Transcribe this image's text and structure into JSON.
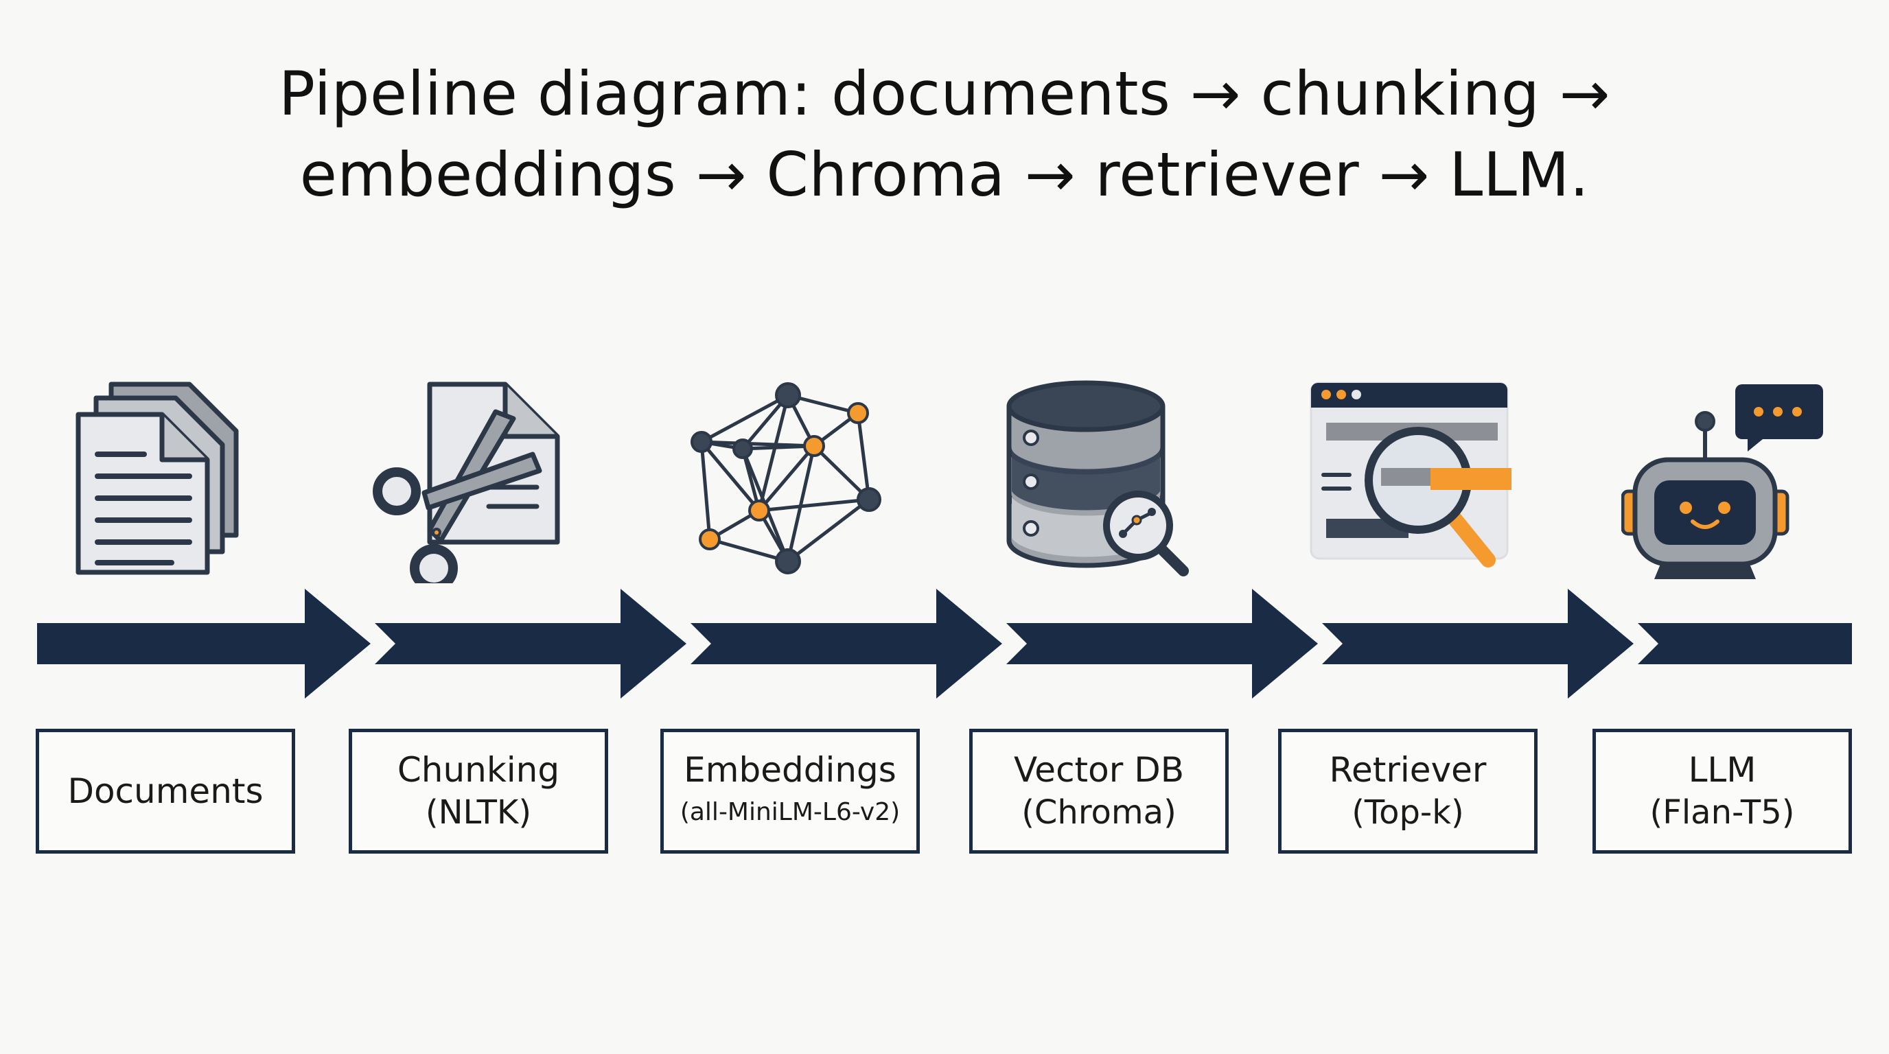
{
  "title": {
    "line1": "Pipeline diagram: documents → chunking →",
    "line2": "embeddings → Chroma → retriever → LLM."
  },
  "colors": {
    "navy": "#1a2b45",
    "slate": "#3a4656",
    "gray": "#8c9096",
    "light": "#e6e7eb",
    "orange": "#f59a2e"
  },
  "stages": [
    {
      "icon": "document-stack-icon",
      "line1": "Documents",
      "line2": ""
    },
    {
      "icon": "scissors-document-icon",
      "line1": "Chunking",
      "line2": "(NLTK)"
    },
    {
      "icon": "network-graph-icon",
      "line1": "Embeddings",
      "line2": "(all-MiniLM-L6-v2)"
    },
    {
      "icon": "database-search-icon",
      "line1": "Vector DB",
      "line2": "(Chroma)"
    },
    {
      "icon": "browser-magnifier-icon",
      "line1": "Retriever",
      "line2": "(Top-k)"
    },
    {
      "icon": "robot-chat-icon",
      "line1": "LLM",
      "line2": "(Flan-T5)"
    }
  ]
}
